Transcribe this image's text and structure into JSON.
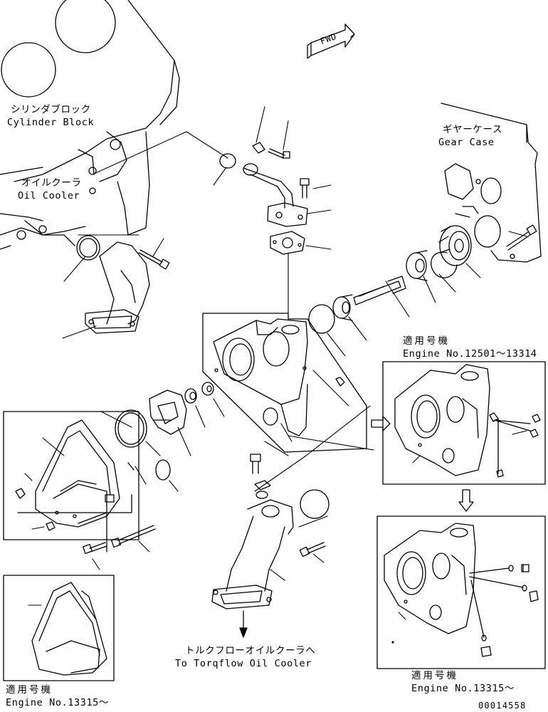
{
  "fwd_label": "FWD",
  "labels": {
    "cylinder_block_jp": "シリンダブロック",
    "cylinder_block_en": "Cylinder Block",
    "oil_cooler_jp": "オイルクーラ",
    "oil_cooler_en": "Oil Cooler",
    "gear_case_jp": "ギヤーケース",
    "gear_case_en": "Gear Case",
    "torqflow_jp": "トルクフローオイルクーラへ",
    "torqflow_en": "To Torqflow Oil Cooler",
    "applicable_jp_1": "適用号機",
    "engine_range_1": "Engine No.12501～13314",
    "applicable_jp_2": "適用号機",
    "engine_range_2": "Engine No.13315～",
    "applicable_jp_3": "適用号機",
    "engine_range_3": "Engine No.13315～"
  },
  "drawing_number": "00014558",
  "icons": [
    "fwd-arrow-icon",
    "right-arrow-icon",
    "down-arrow-icon"
  ]
}
